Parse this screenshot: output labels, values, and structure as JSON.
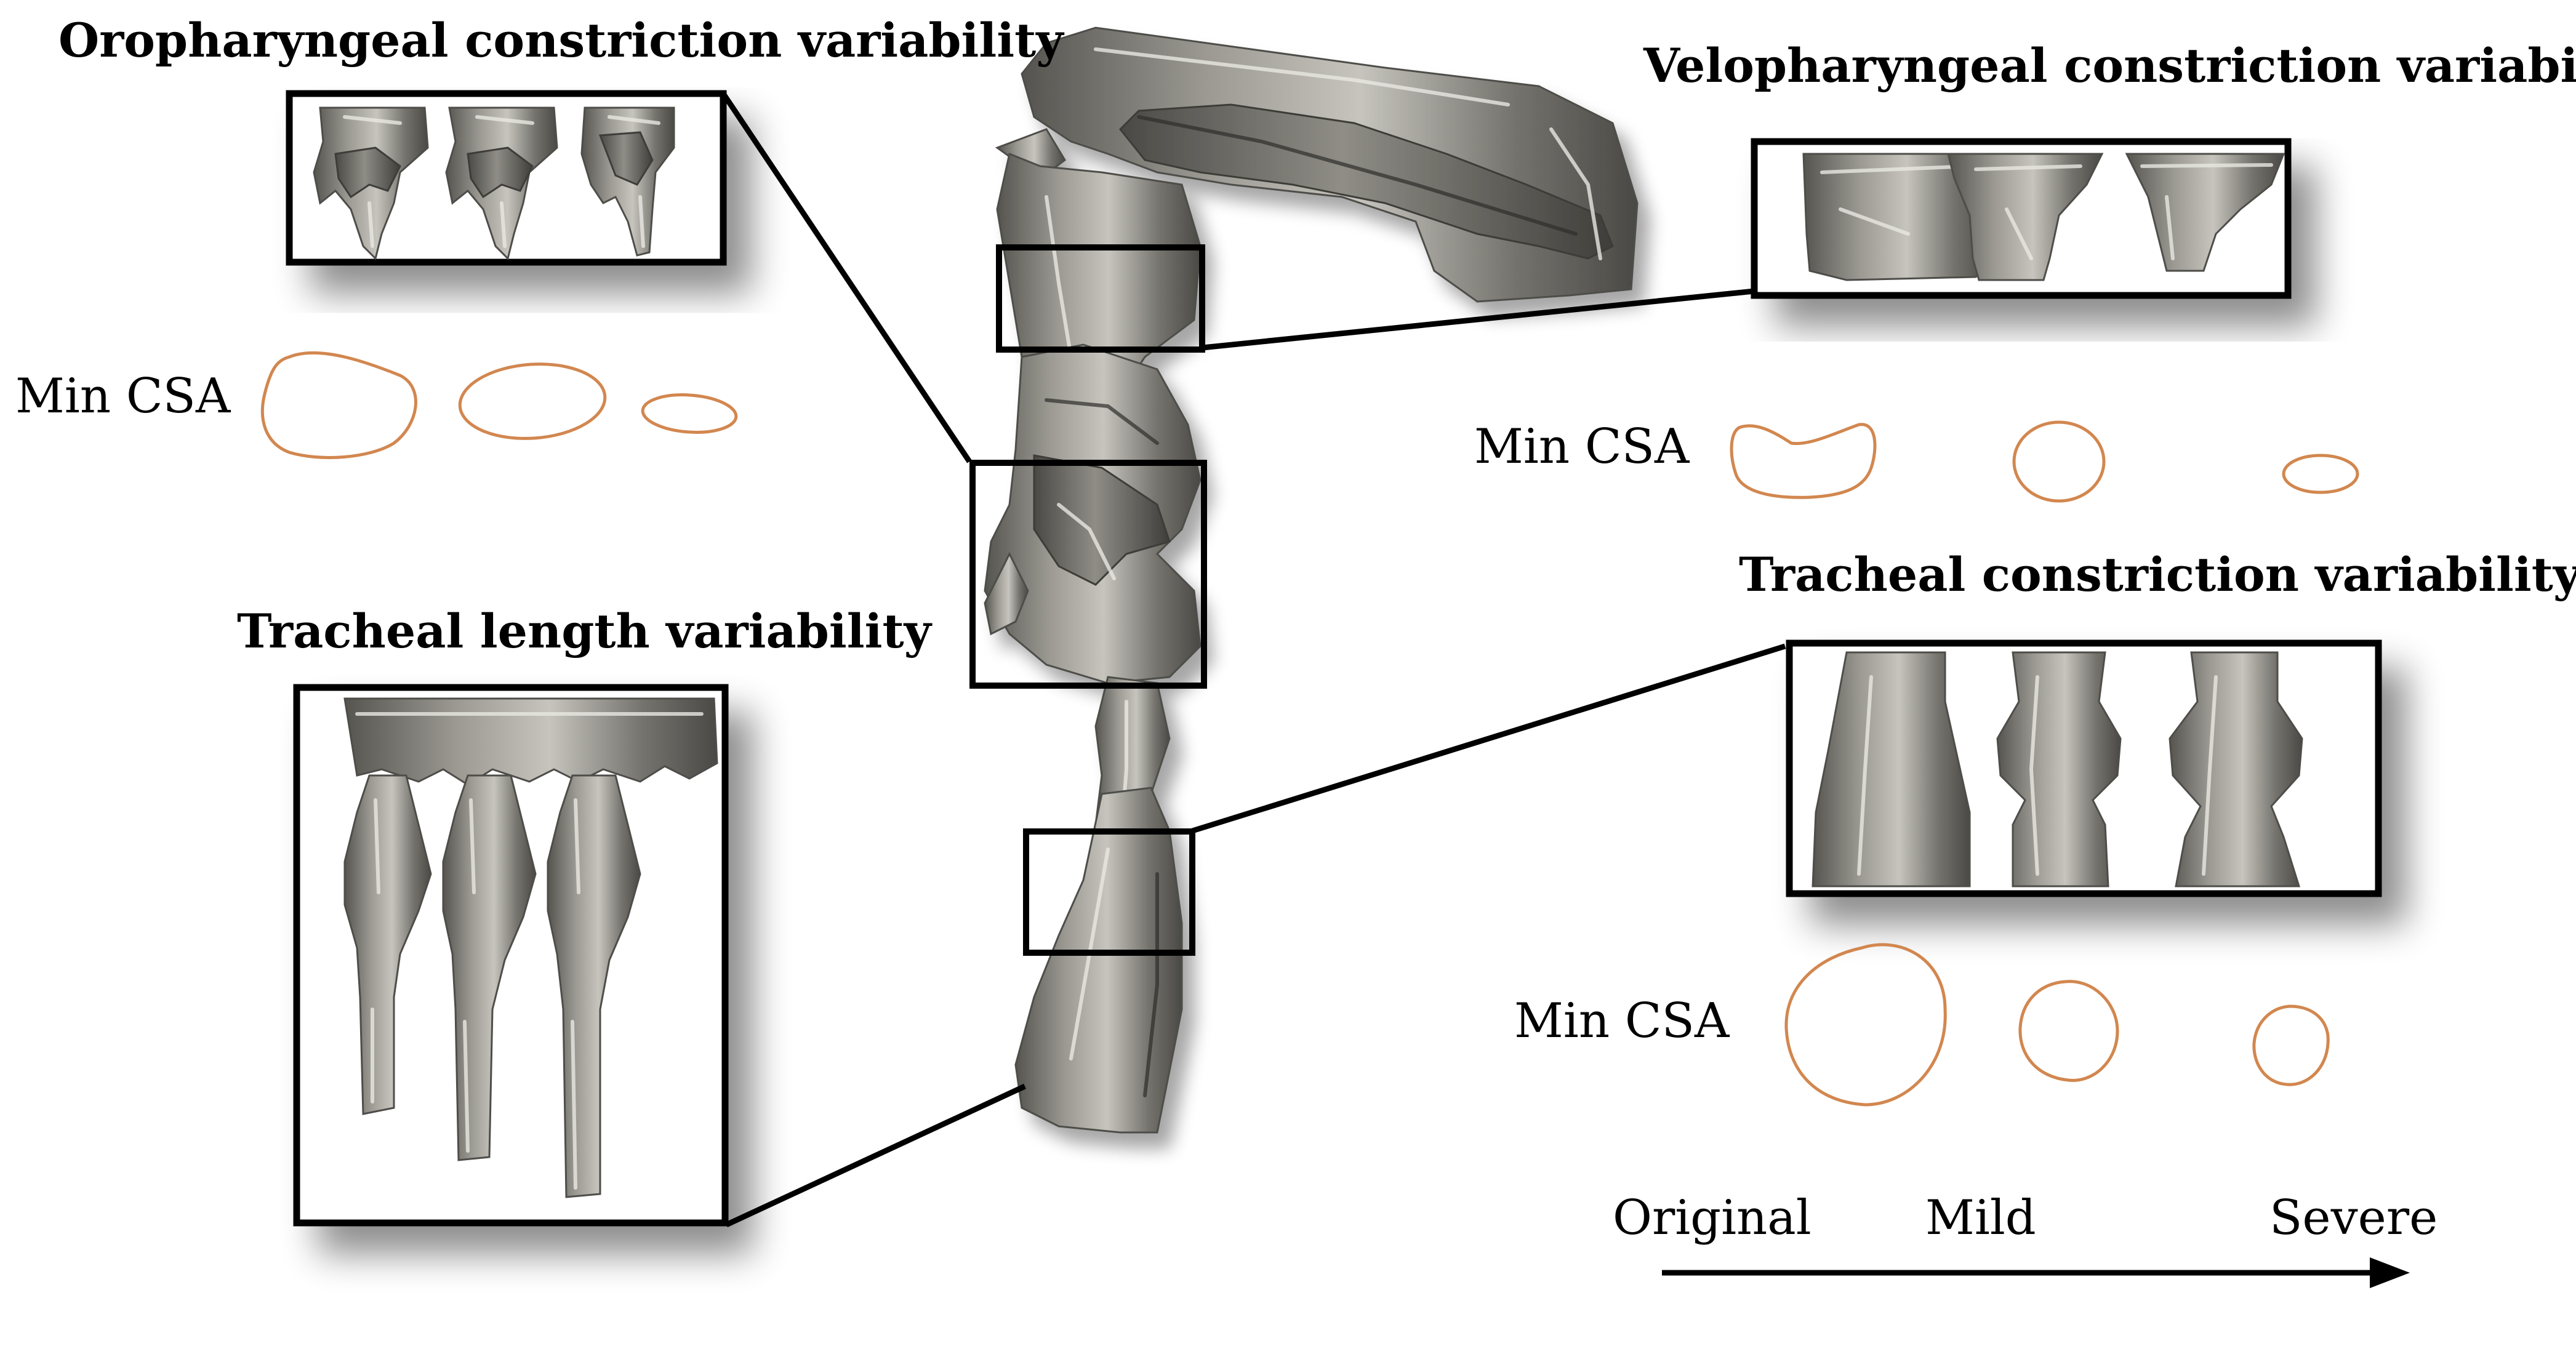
{
  "panels": {
    "oropharyngeal": {
      "title": "Oropharyngeal constriction variability",
      "csa_label": "Min CSA"
    },
    "velopharyngeal": {
      "title": "Velopharyngeal constriction variability",
      "csa_label": "Min CSA"
    },
    "tracheal_constriction": {
      "title": "Tracheal constriction variability",
      "csa_label": "Min CSA"
    },
    "tracheal_length": {
      "title": "Tracheal length variability"
    }
  },
  "severity_scale": {
    "original": "Original",
    "mild": "Mild",
    "severe": "Severe"
  },
  "colors": {
    "csa_outline": "#d2874f",
    "metal_surface": "#7d7b75",
    "frame": "#000000"
  }
}
